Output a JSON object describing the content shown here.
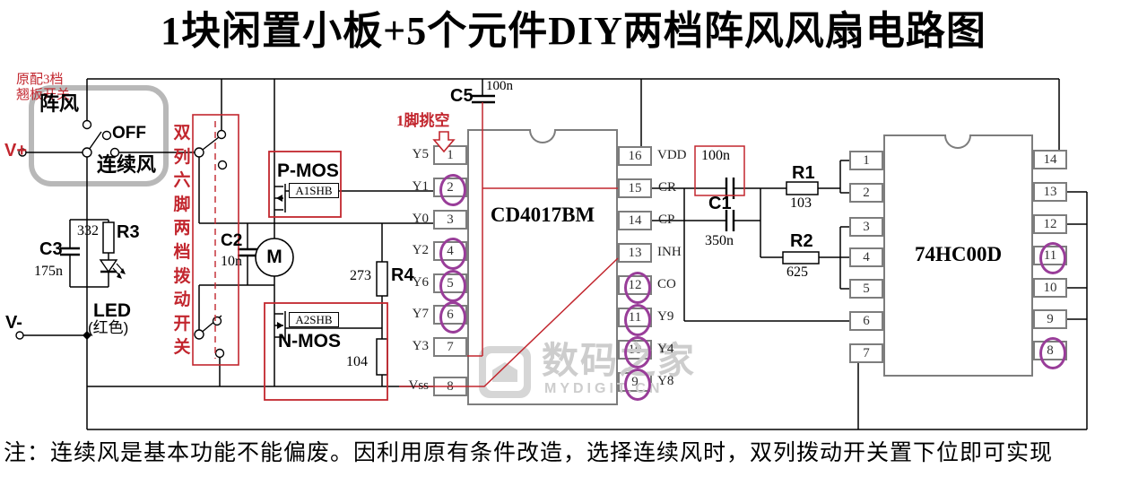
{
  "title": "1块闲置小板+5个元件DIY两档阵风风扇电路图",
  "note": "注：连续风是基本功能不能偏废。因利用原有条件改造，选择连续风时，双列拨动开关置下位即可实现",
  "annotations": {
    "orig_switch_line1": "原配3档",
    "orig_switch_line2": "翘板开关",
    "pin1_floating": "1脚挑空",
    "dip_chars": [
      "双",
      "列",
      "六",
      "脚",
      "两",
      "档",
      "拨",
      "动",
      "开",
      "关"
    ]
  },
  "labels": {
    "v_plus": "V+",
    "v_minus": "V-",
    "gust": "阵风",
    "off": "OFF",
    "continuous": "连续风",
    "motor": "M"
  },
  "components": {
    "c1": {
      "label": "C1",
      "value": "350n"
    },
    "c1_top": {
      "value": "100n"
    },
    "c2": {
      "label": "C2",
      "value": "10n"
    },
    "c3": {
      "label": "C3",
      "value": "175n"
    },
    "c5": {
      "label": "C5",
      "value": "100n"
    },
    "r1": {
      "label": "R1",
      "value": "103"
    },
    "r2": {
      "label": "R2",
      "value": "625"
    },
    "r3": {
      "label": "R3",
      "value": "332"
    },
    "r4": {
      "label": "R4",
      "value": "273"
    },
    "r_gate": {
      "value": "104"
    },
    "led": {
      "label": "LED",
      "color": "(红色)"
    },
    "pmos": {
      "type": "P-MOS",
      "part": "A1SHB"
    },
    "nmos": {
      "type": "N-MOS",
      "part": "A2SHB"
    }
  },
  "chips": {
    "cd4017": {
      "name": "CD4017BM",
      "left_pins": [
        {
          "num": "1",
          "label": "Y5",
          "circled": false
        },
        {
          "num": "2",
          "label": "Y1",
          "circled": true
        },
        {
          "num": "3",
          "label": "Y0",
          "circled": false
        },
        {
          "num": "4",
          "label": "Y2",
          "circled": true
        },
        {
          "num": "5",
          "label": "Y6",
          "circled": true
        },
        {
          "num": "6",
          "label": "Y7",
          "circled": true
        },
        {
          "num": "7",
          "label": "Y3",
          "circled": false
        },
        {
          "num": "8",
          "label": "Vss",
          "circled": false
        }
      ],
      "right_pins": [
        {
          "num": "16",
          "label": "VDD",
          "circled": false
        },
        {
          "num": "15",
          "label": "CR",
          "circled": false
        },
        {
          "num": "14",
          "label": "CP",
          "circled": false
        },
        {
          "num": "13",
          "label": "INH",
          "circled": false
        },
        {
          "num": "12",
          "label": "CO",
          "circled": true
        },
        {
          "num": "11",
          "label": "Y9",
          "circled": true
        },
        {
          "num": "10",
          "label": "Y4",
          "circled": true
        },
        {
          "num": "9",
          "label": "Y8",
          "circled": true
        }
      ]
    },
    "hc00": {
      "name": "74HC00D",
      "left_pins": [
        {
          "num": "1"
        },
        {
          "num": "2"
        },
        {
          "num": "3"
        },
        {
          "num": "4"
        },
        {
          "num": "5"
        },
        {
          "num": "6"
        },
        {
          "num": "7"
        }
      ],
      "right_pins": [
        {
          "num": "14",
          "circled": false
        },
        {
          "num": "13",
          "circled": false
        },
        {
          "num": "12",
          "circled": false
        },
        {
          "num": "11",
          "circled": true
        },
        {
          "num": "10",
          "circled": false
        },
        {
          "num": "9",
          "circled": false
        },
        {
          "num": "8",
          "circled": true
        }
      ]
    }
  },
  "watermark": {
    "cn": "数码之家",
    "en": "MYDIGIT.CN"
  },
  "colors": {
    "annotation_red": "#c2262e",
    "highlight_purple": "#993d99",
    "chip_gray": "#7d7d7d",
    "rocker_gray": "#b8b8b8",
    "watermark_gray": "#cdcdcd"
  }
}
